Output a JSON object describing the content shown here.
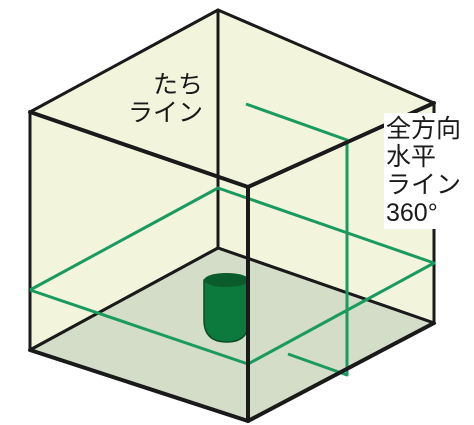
{
  "labels": {
    "vertical_line": [
      "たち",
      "ライン"
    ],
    "horizontal_line": [
      "全方向",
      "水平",
      "ライン",
      "360°"
    ]
  },
  "colors": {
    "outline": "#1a1a1a",
    "face_fill": "#f2f5dc",
    "floor_fill": "#d4ddc7",
    "laser_line": "#1b9a5f",
    "device_body": "#0d7a3d",
    "device_top": "#0a5c2c",
    "background": "#ffffff"
  }
}
